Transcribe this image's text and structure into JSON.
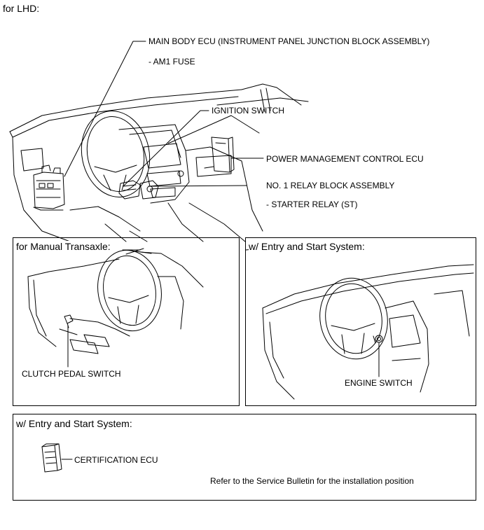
{
  "page": {
    "heading": "for LHD:"
  },
  "main_view": {
    "labels": {
      "main_body_ecu": "MAIN BODY ECU (INSTRUMENT PANEL JUNCTION BLOCK ASSEMBLY)",
      "am1_fuse": "- AM1 FUSE",
      "ignition_switch": "IGNITION SWITCH",
      "power_management_ecu": "POWER MANAGEMENT CONTROL ECU",
      "relay_block": "NO. 1 RELAY BLOCK ASSEMBLY",
      "starter_relay": "- STARTER RELAY (ST)"
    }
  },
  "panels": {
    "manual_transaxle": {
      "title": "for Manual Transaxle:",
      "label": "CLUTCH PEDAL SWITCH"
    },
    "entry_start": {
      "title": "w/ Entry and Start System:",
      "label": "ENGINE SWITCH"
    },
    "certification": {
      "title": "w/ Entry and Start System:",
      "label": "CERTIFICATION ECU",
      "note": "Refer to the Service Bulletin for the installation position"
    }
  },
  "colors": {
    "line": "#000000",
    "background": "#ffffff"
  }
}
